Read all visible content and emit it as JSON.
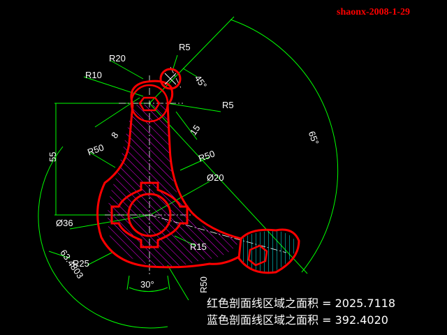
{
  "signature": "shaonx-2008-1-29",
  "dimensions": {
    "r20": "R20",
    "r5_top": "R5",
    "r10": "R10",
    "angle_45": "45°",
    "r5_right": "R5",
    "d8": "8",
    "d15": "15",
    "r50_left": "R50",
    "r50_right": "R50",
    "d55": "55",
    "angle_65": "65°",
    "dia20": "Ø20",
    "dia36": "Ø36",
    "r15": "R15",
    "r25": "R25",
    "arc_63": "63.4803",
    "angle_30": "30°",
    "r50_bottom": "R50"
  },
  "results": {
    "red_area": "红色剖面线区域之面积 = 2025.7118",
    "blue_area": "蓝色剖面线区域之面积 = 392.4020"
  },
  "colors": {
    "outline": "#ff0000",
    "dimension": "#00ff00",
    "centerline": "#ffffff",
    "hatch_main": "#ff00ff",
    "hatch_blue": "#00ffff"
  }
}
